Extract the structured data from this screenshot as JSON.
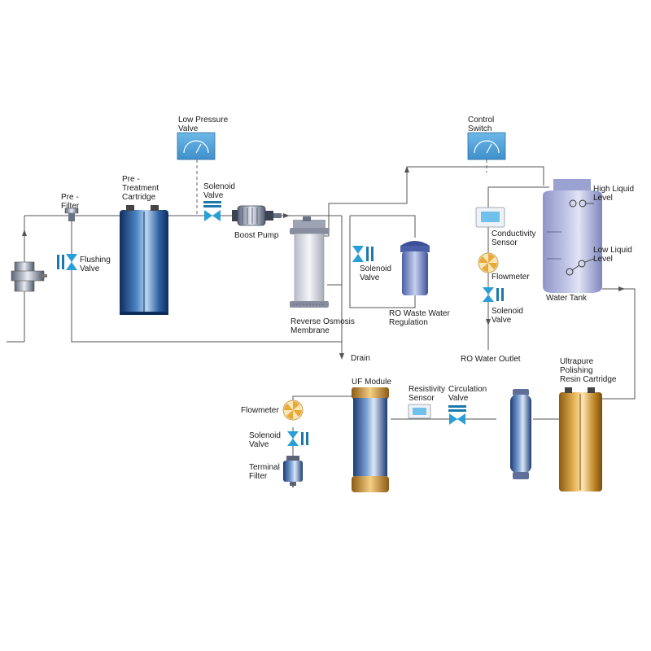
{
  "labels": {
    "low_pressure_valve": [
      "Low Pressure",
      "Valve"
    ],
    "control_switch": [
      "Control",
      "Switch"
    ],
    "pre_filter": [
      "Pre -",
      "Filter"
    ],
    "pre_treatment": [
      "Pre -",
      "Treatment",
      "Cartridge"
    ],
    "solenoid_valve_inlet": [
      "Solenoid",
      "Valve"
    ],
    "boost_pump": [
      "Boost Pump"
    ],
    "flushing_valve": [
      "Flushing",
      "Valve"
    ],
    "ro_membrane": [
      "Reverse Osmosis",
      "Membrane"
    ],
    "solenoid_valve_waste": [
      "Solenoid",
      "Valve"
    ],
    "ro_waste": [
      "RO Waste Water",
      "Regulation"
    ],
    "drain": [
      "Drain"
    ],
    "conductivity_sensor": [
      "Conductivity",
      "Sensor"
    ],
    "flowmeter_ro": [
      "Flowmeter"
    ],
    "solenoid_valve_ro": [
      "Solenoid",
      "Valve"
    ],
    "ro_water_outlet": [
      "RO Water Outlet"
    ],
    "high_liquid_level": [
      "High Liquid",
      "Level"
    ],
    "low_liquid_level": [
      "Low Liquid",
      "Level"
    ],
    "water_tank": [
      "Water Tank"
    ],
    "uf_module": [
      "UF Module"
    ],
    "resistivity_sensor": [
      "Resistivity",
      "Sensor"
    ],
    "circulation_valve": [
      "Circulation",
      "Valve"
    ],
    "ultrapure": [
      "Ultrapure",
      "Polishing",
      "Resin Cartridge"
    ],
    "flowmeter_terminal": [
      "Flowmeter"
    ],
    "solenoid_valve_terminal": [
      "Solenoid",
      "Valve"
    ],
    "terminal_filter": [
      "Terminal",
      "Filter"
    ]
  },
  "colors": {
    "pipe": "#555555",
    "gauge": "#5aa7dc",
    "valve": "#2a9fd6",
    "blue_cartridge": "#1f4f8f",
    "gold_cartridge": "#c9912e",
    "tank": "#9aa3cf"
  }
}
